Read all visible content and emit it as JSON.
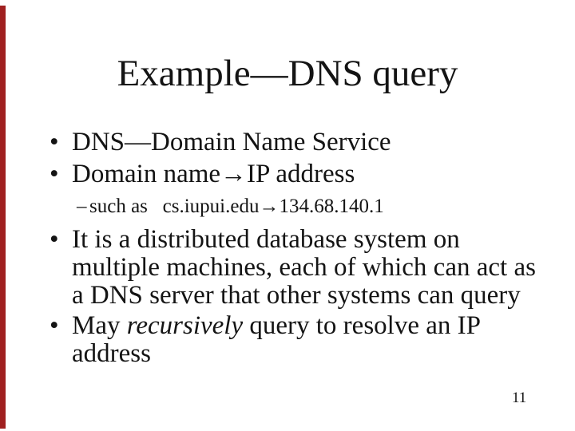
{
  "slide": {
    "title": "Example—DNS query",
    "page_number": "11",
    "colors": {
      "background": "#ffffff",
      "text": "#141414",
      "accent_bar": "#a02020"
    },
    "bullets": [
      {
        "marker": "•",
        "level": 1,
        "text": "DNS—Domain Name Service"
      },
      {
        "marker": "•",
        "level": 1,
        "text": "Domain name→IP address"
      },
      {
        "marker": "–",
        "level": 2,
        "text": "such as   cs.iupui.edu→134.68.140.1"
      },
      {
        "marker": "•",
        "level": 1,
        "lines": [
          "It is a distributed database system on",
          "multiple machines, each of which can act as",
          "a DNS server that other systems can query"
        ]
      },
      {
        "marker": "•",
        "level": 1,
        "segments": [
          "May ",
          "recursively",
          " query to resolve an IP"
        ],
        "line2": "address"
      }
    ]
  }
}
